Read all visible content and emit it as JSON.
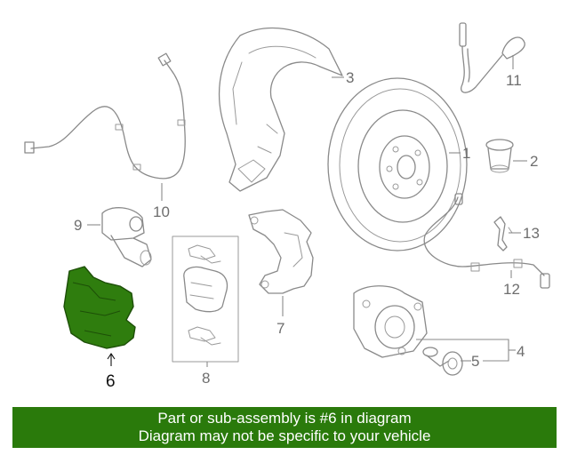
{
  "diagram": {
    "callouts": [
      "1",
      "2",
      "3",
      "4",
      "5",
      "6",
      "7",
      "8",
      "9",
      "10",
      "11",
      "12",
      "13"
    ],
    "highlighted_callout": "6",
    "colors": {
      "line": "#8a8a8a",
      "highlight_fill": "#2f7d0e",
      "banner_bg": "#2a7a0b",
      "banner_text": "#ffffff"
    }
  },
  "banner": {
    "line1": "Part or sub-assembly is #6 in diagram",
    "line2": "Diagram may not be specific to your vehicle"
  }
}
